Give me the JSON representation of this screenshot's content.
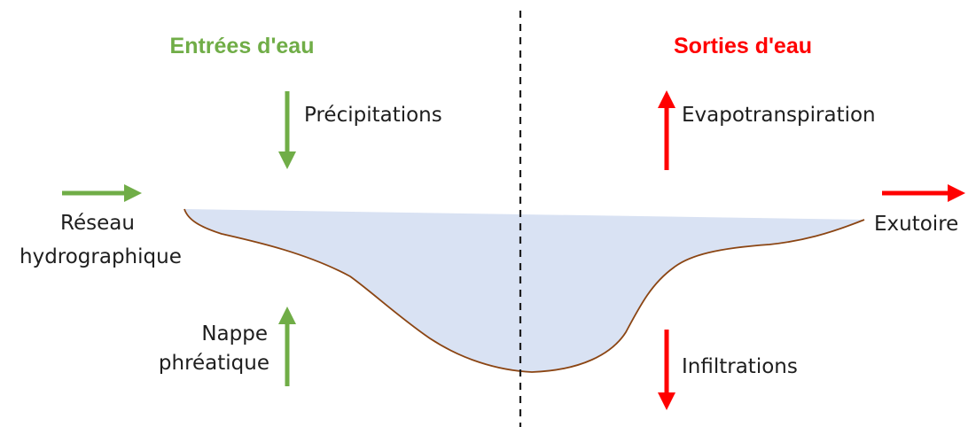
{
  "colors": {
    "inputs": "#70ad47",
    "outputs": "#ff0000",
    "water": "#d9e2f3",
    "shore": "#8b4513",
    "divider": "#1e1e1e",
    "text": "#1e1e1e"
  },
  "inputs": {
    "heading": "Entrées d'eau",
    "precipitations": "Précipitations",
    "network_line1": "Réseau",
    "network_line2": "hydrographique",
    "groundwater_line1": "Nappe",
    "groundwater_line2": "phréatique"
  },
  "outputs": {
    "heading": "Sorties d'eau",
    "evapotranspiration": "Evapotranspiration",
    "outlet": "Exutoire",
    "infiltrations": "Infiltrations"
  },
  "icons": {
    "down": "arrow-down-icon",
    "up": "arrow-up-icon",
    "right": "arrow-right-icon"
  }
}
